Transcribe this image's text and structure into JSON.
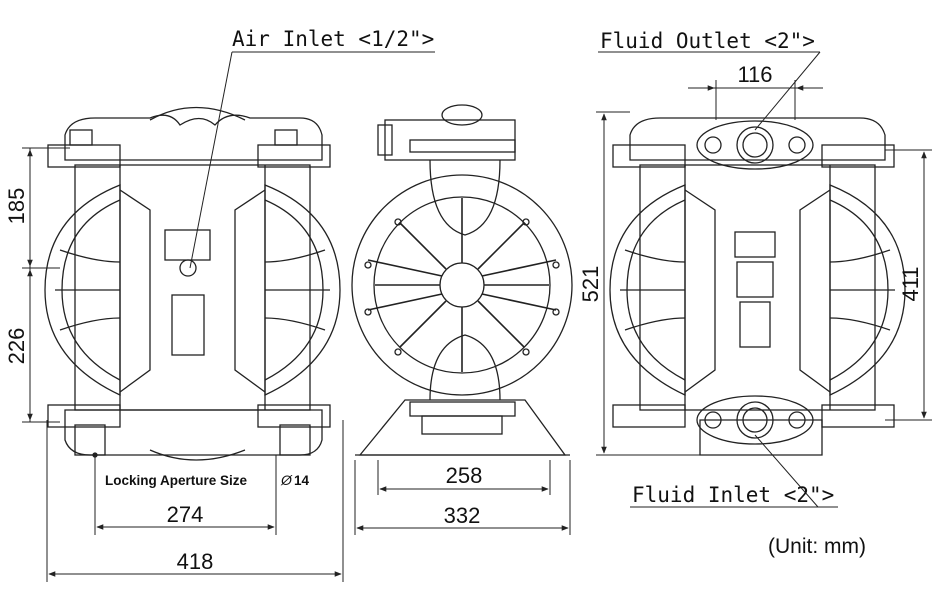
{
  "callouts": {
    "air_inlet": "Air Inlet <1/2\">",
    "fluid_outlet": "Fluid Outlet <2\">",
    "fluid_inlet": "Fluid Inlet <2\">",
    "locking_aperture": "Locking Aperture Size",
    "locking_aperture_dia": "14",
    "diameter_symbol": "Ø"
  },
  "dimensions": {
    "height_upper": "185",
    "height_lower": "226",
    "width_base_front": "274",
    "width_overall_front": "418",
    "width_base_side": "258",
    "width_overall_side": "332",
    "port_spacing": "116",
    "height_overall": "521",
    "height_ports": "411"
  },
  "unit_note": "(Unit: mm)"
}
